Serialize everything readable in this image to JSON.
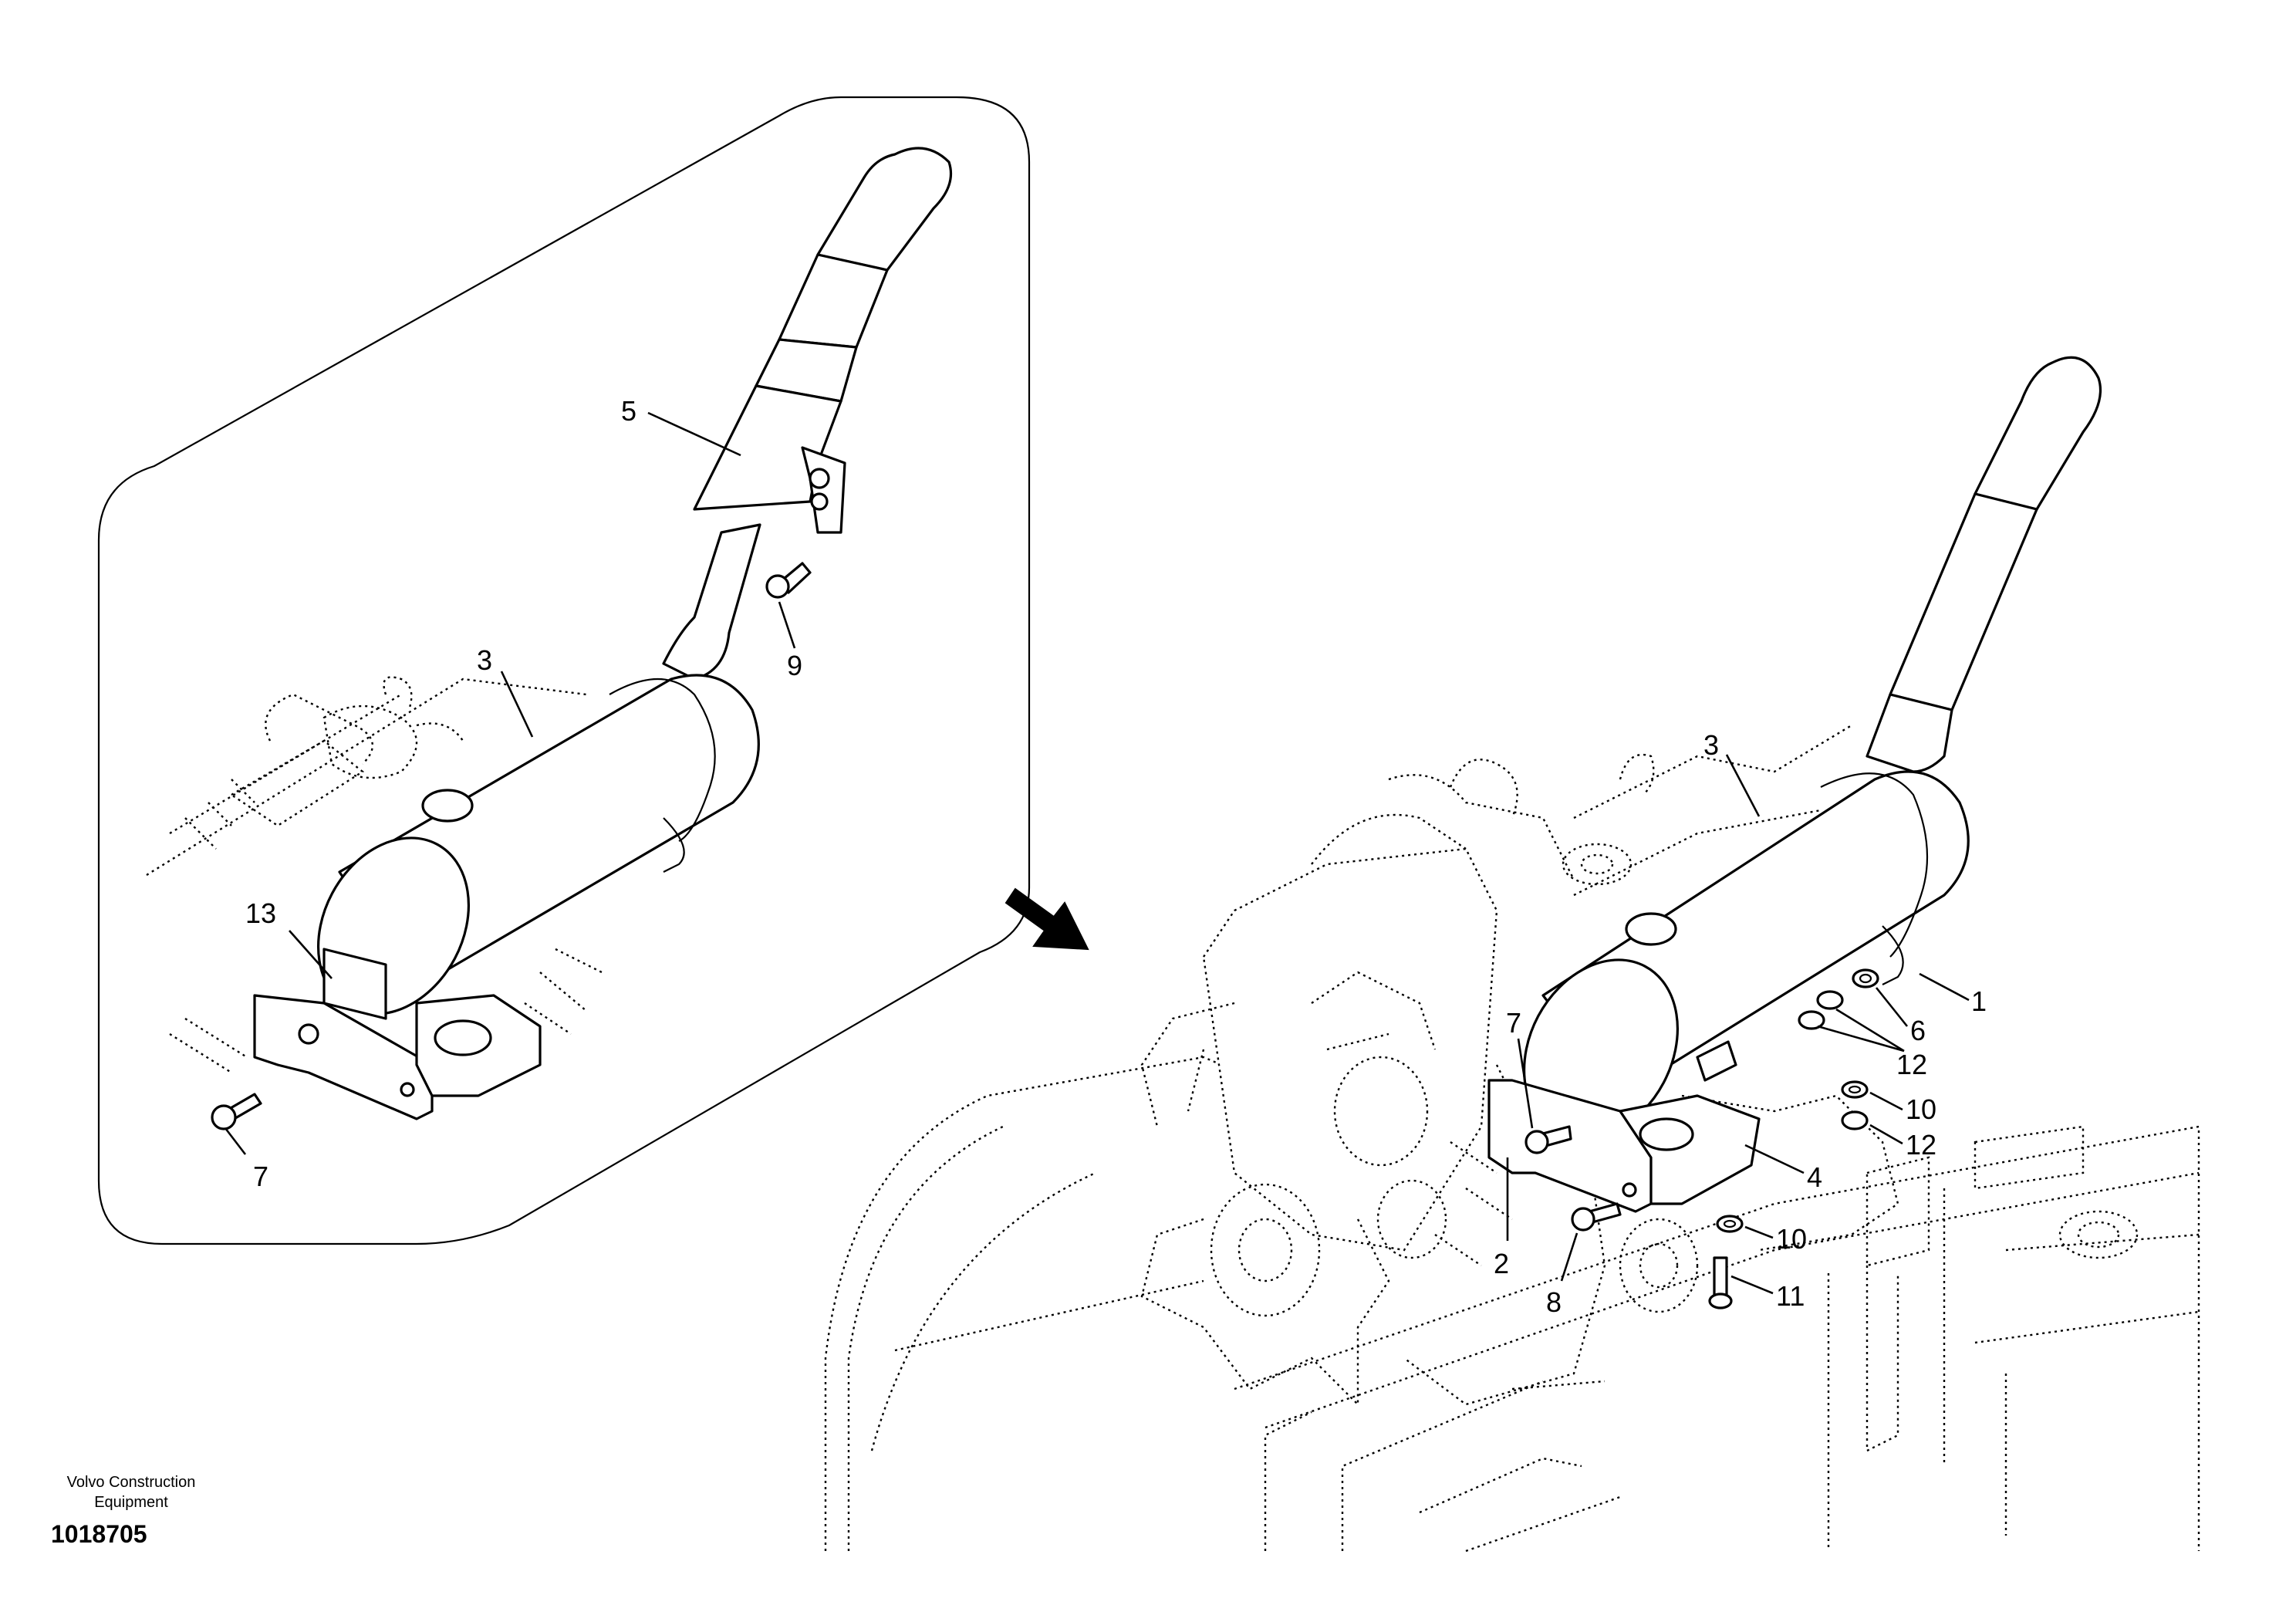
{
  "footer": {
    "brand_line1": "Volvo Construction",
    "brand_line2": "Equipment",
    "document_number": "1018705"
  },
  "detail_view": {
    "callouts": [
      "5",
      "9",
      "3",
      "13",
      "7"
    ]
  },
  "assembly_view": {
    "callouts": [
      "3",
      "1",
      "6",
      "12",
      "7",
      "10",
      "12",
      "4",
      "10",
      "2",
      "11",
      "8"
    ]
  },
  "icons": {
    "direction_arrow": "arrow-right-down-icon"
  }
}
